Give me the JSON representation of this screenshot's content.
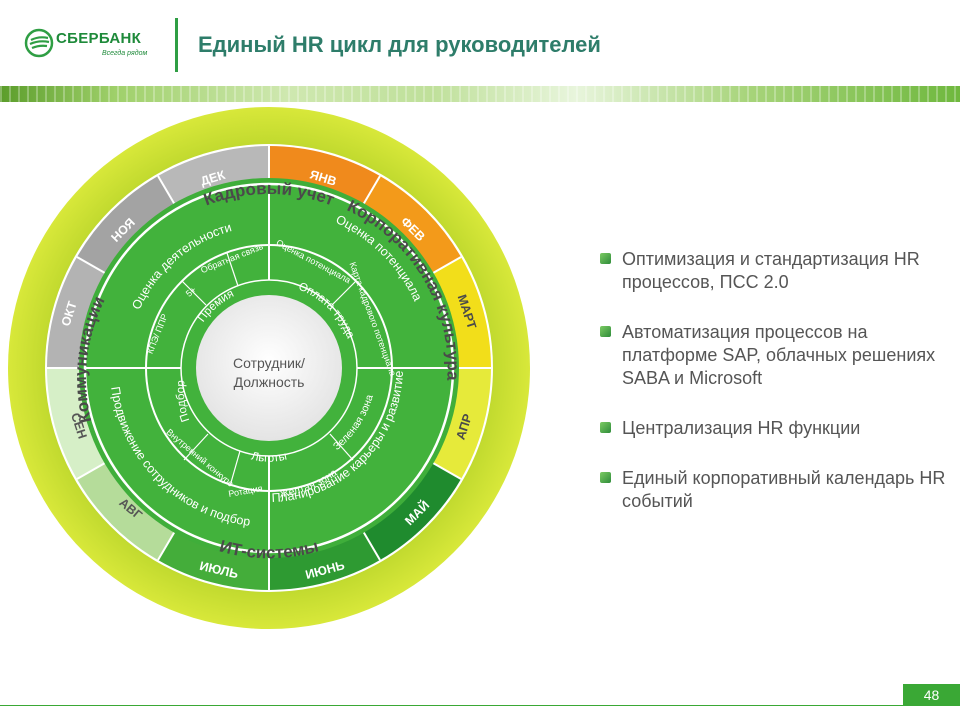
{
  "logo": {
    "name": "СБЕРБАНК",
    "tagline": "Всегда рядом"
  },
  "title": "Единый HR цикл для руководителей",
  "outer_ring": {
    "top": "Кадровый учет",
    "right": "Корпоративная культура",
    "bottom": "ИТ-системы",
    "left": "Коммуникации"
  },
  "months": [
    "ЯНВ",
    "ФЕВ",
    "МАРТ",
    "АПР",
    "МАЙ",
    "ИЮНЬ",
    "ИЮЛЬ",
    "АВГ",
    "СЕН",
    "ОКТ",
    "НОЯ",
    "ДЕК"
  ],
  "quadrants": {
    "top_right": "Оценка потенциала",
    "bottom_right": "Планирование карьеры и развитие",
    "bottom_left": "Продвижение сотрудников и подбор",
    "top_left": "Оценка деятельности"
  },
  "inner_ring": {
    "premiya": "Премия",
    "oplata_truda": "Оплата труда",
    "lgoty": "Льготы",
    "podbor": "Подбор"
  },
  "sub_items": {
    "obratnaya_svyaz": "Обратная связь",
    "five_plus": "5+",
    "kpe_ppr": "КПЭ/ ППР",
    "ocenka_potenciala": "Оценка потенциала",
    "karta_kadrovogo": "Карта кадрового потенциала",
    "zelenaya_zona": "Зеленая зона",
    "zheltaya_zona": "Желтая зона",
    "rotaciya": "Ротация",
    "vnutrenniy_konkurs": "Внутренний конкурс"
  },
  "center": {
    "line1": "Сотрудник/",
    "line2": "Должность"
  },
  "bullets": [
    "Оптимизация и стандартизация HR процессов, ПСС 2.0",
    "Автоматизация процессов на платформе SAP, облачных решениях SABA и Microsoft",
    "Централизация HR функции",
    "Единый корпоративный календарь HR событий"
  ],
  "page_number": "48",
  "colors": {
    "brand_green": "#1e8a3a",
    "title": "#2e7d6a",
    "lime_ring": "#c8dc2a",
    "main_green": "#3fae3a",
    "orange": "#f08a1c",
    "yellow": "#f2de1a",
    "grey": "#a6a6a6"
  }
}
